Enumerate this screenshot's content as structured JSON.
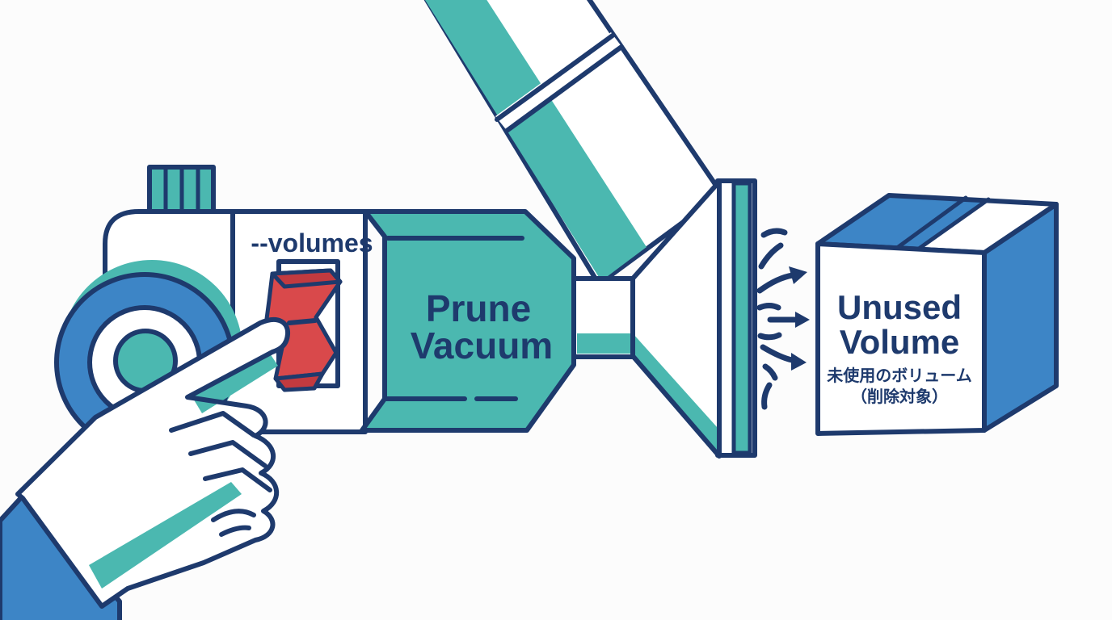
{
  "illustration": {
    "flag_label": "--volumes",
    "vacuum_title": {
      "line1": "Prune",
      "line2": "Vacuum"
    },
    "box_title": {
      "line1": "Unused",
      "line2": "Volume"
    },
    "box_caption": {
      "line1": "未使用のボリューム",
      "line2": "（削除対象）"
    }
  },
  "colors": {
    "background": "#fcfcfc",
    "white": "#ffffff",
    "navy": "#1e3a6d",
    "teal": "#4bb8b0",
    "teal_dark": "#3fada5",
    "blue": "#3d85c6",
    "red": "#d9494b",
    "red_dark": "#c23a3f"
  }
}
